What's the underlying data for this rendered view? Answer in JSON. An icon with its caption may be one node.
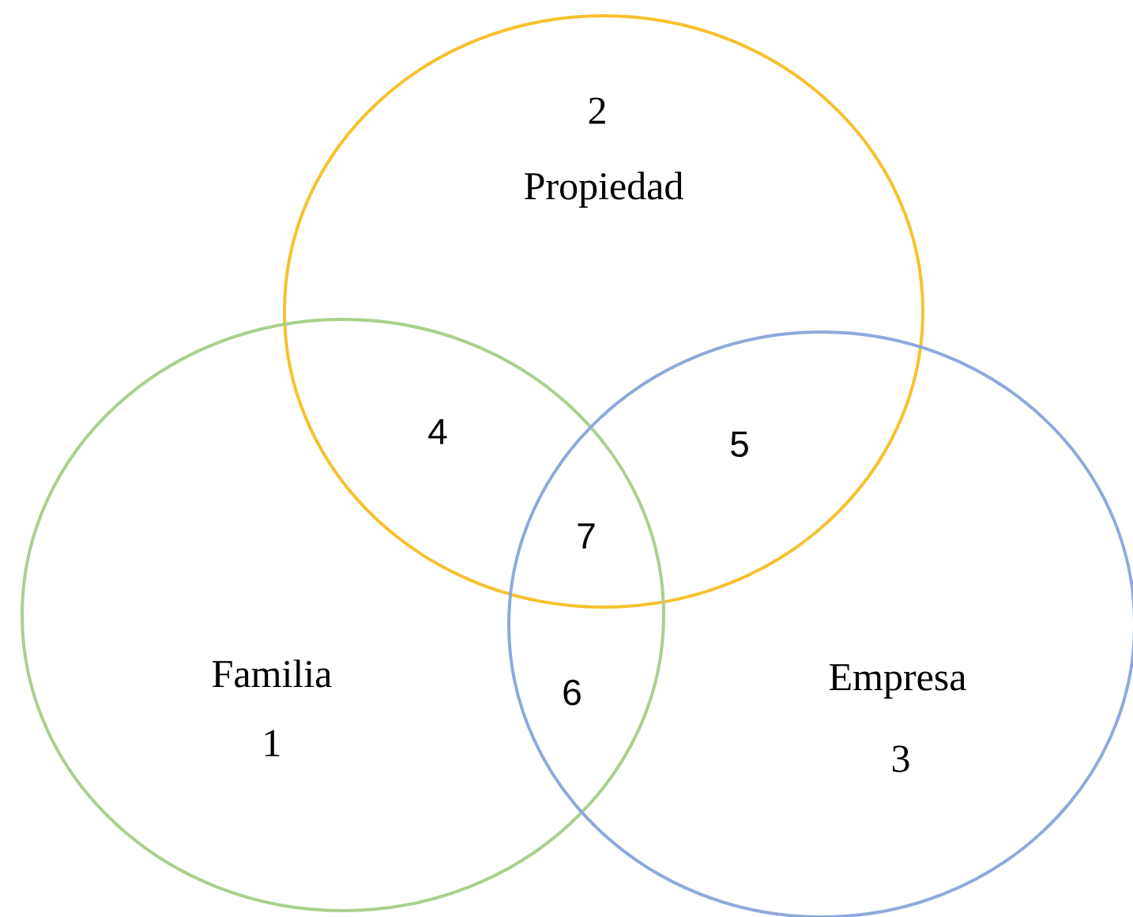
{
  "diagram": {
    "nodes": [
      {
        "text": [
          "2",
          "Propiedad"
        ]
      },
      {
        "text": [
          "Familia",
          "1"
        ]
      },
      {
        "text": [
          "Empresa",
          "3"
        ]
      }
    ],
    "labels": [
      "4",
      "5",
      "7",
      "6"
    ]
  }
}
